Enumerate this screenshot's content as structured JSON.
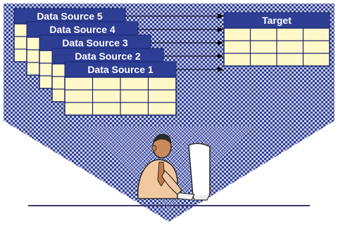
{
  "diagram": {
    "sources": [
      {
        "label": "Data Source 5"
      },
      {
        "label": "Data Source 4"
      },
      {
        "label": "Data Source 3"
      },
      {
        "label": "Data Source 2"
      },
      {
        "label": "Data Source 1"
      }
    ],
    "target": {
      "label": "Target"
    },
    "grid_rows": 3,
    "grid_cols": 4,
    "colors": {
      "cell_fill": "#FFF8C8",
      "header_fill": "#2E3E94",
      "header_text": "#FFFFFF",
      "arrow": "#000000",
      "background_dark": "#2E3E94",
      "background_light": "#C8CCE8"
    },
    "person_icon": "person-at-computer-icon"
  }
}
